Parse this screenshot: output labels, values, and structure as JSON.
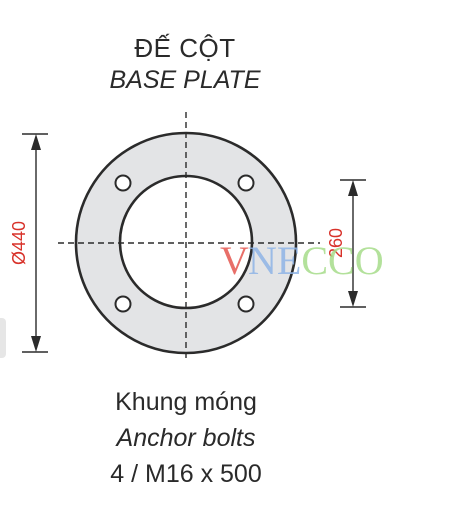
{
  "title": {
    "main": "ĐẾ CỘT",
    "sub": "BASE PLATE"
  },
  "dimensions": {
    "outer_diameter_label": "Ø440",
    "bolt_spacing_label": "260"
  },
  "caption": {
    "line1": "Khung móng",
    "line2": "Anchor bolts",
    "line3": "4 / M16 x 500"
  },
  "watermark": {
    "letter_v": "V",
    "rest": "NECCO"
  },
  "colors": {
    "plate_fill": "#e3e4e6",
    "line": "#2b2b2b",
    "dimension_text": "#d8322a",
    "watermark_red": "#e4574f",
    "watermark_blue": "#8fb4e6",
    "watermark_green": "#a6dc8a"
  }
}
